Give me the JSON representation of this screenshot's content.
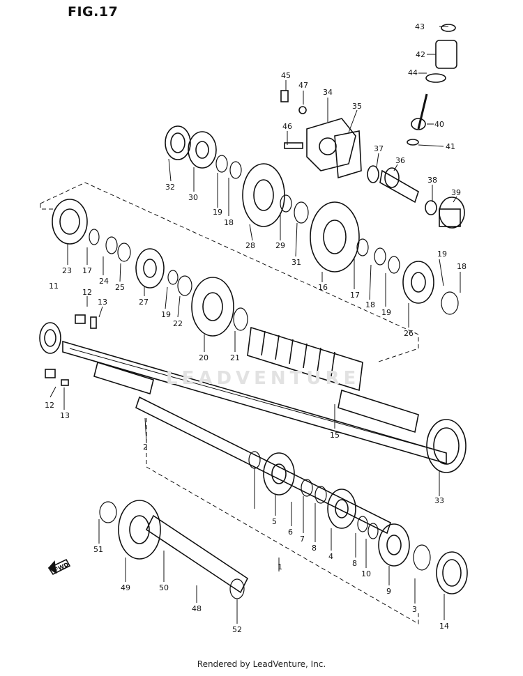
{
  "figure_title": "FIG.17",
  "footer": "Rendered by LeadVenture, Inc.",
  "watermark": "LEADVENTURE",
  "direction_label": "FWD",
  "callouts": [
    "43",
    "42",
    "44",
    "45",
    "47",
    "34",
    "35",
    "40",
    "41",
    "46",
    "37",
    "36",
    "38",
    "39",
    "32",
    "30",
    "19",
    "18",
    "28",
    "29",
    "31",
    "16",
    "17",
    "18",
    "19",
    "19",
    "18",
    "23",
    "17",
    "24",
    "25",
    "11",
    "12",
    "13",
    "27",
    "19",
    "22",
    "20",
    "21",
    "26",
    "12",
    "13",
    "2",
    "15",
    "33",
    "1",
    "5",
    "6",
    "7",
    "8",
    "4",
    "8",
    "10",
    "9",
    "3",
    "14",
    "51",
    "49",
    "50",
    "48",
    "52"
  ]
}
